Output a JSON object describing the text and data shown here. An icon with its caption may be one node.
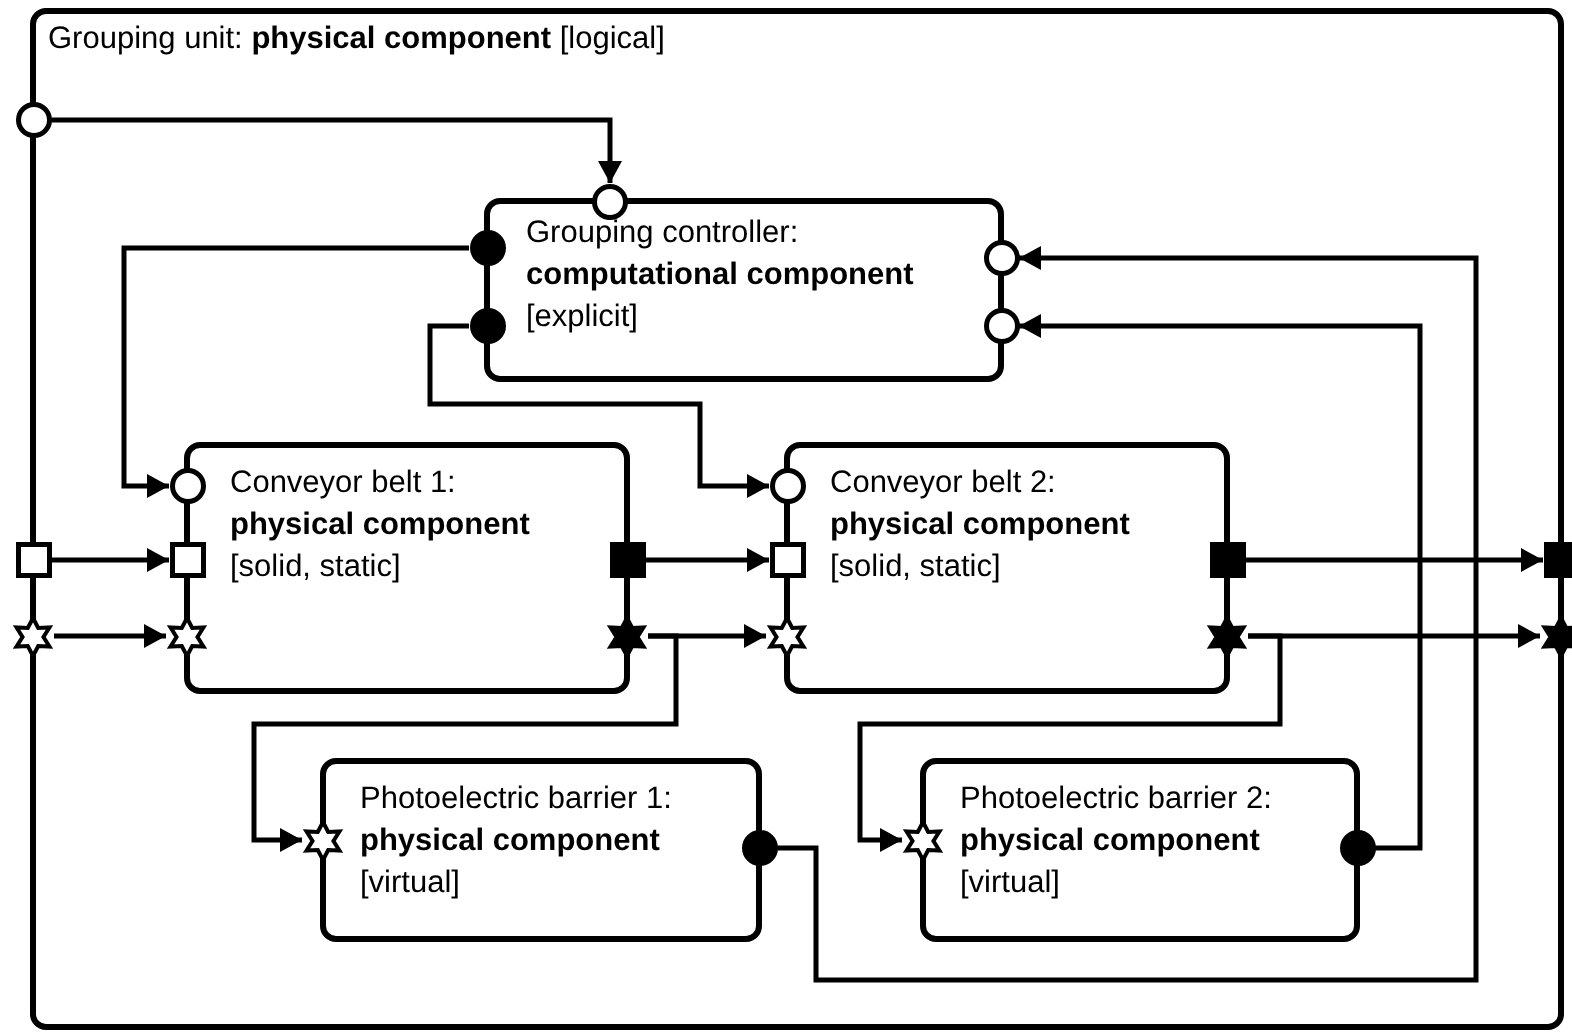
{
  "diagram": {
    "nodes": [
      {
        "text": [
          "Grouping unit: **physical component** [logical]"
        ]
      },
      {
        "text": [
          "Grouping controller:",
          "computational component",
          "[explicit]"
        ],
        "in": 0
      },
      {
        "text": [
          "Conveyor belt 1:",
          "physical component",
          "[solid, static]"
        ],
        "in": 0
      },
      {
        "text": [
          "Conveyor belt 2:",
          "physical component",
          "[solid, static]"
        ],
        "in": 0
      },
      {
        "text": [
          "Photoelectric barrier 1:",
          "physical component",
          "[virtual]"
        ],
        "in": 0
      },
      {
        "text": [
          "Photoelectric barrier 2:",
          "physical component",
          "[virtual]"
        ],
        "in": 0
      },
      {
        "text": [],
        "shape": "circle",
        "in": 0
      },
      {
        "text": [],
        "shape": "box",
        "in": 0
      },
      {
        "text": [],
        "shape": "star",
        "in": 0
      },
      {
        "text": [],
        "shape": "box",
        "in": 0
      },
      {
        "text": [],
        "shape": "star",
        "in": 0
      },
      {
        "text": [],
        "shape": "circle",
        "in": 1
      },
      {
        "text": [],
        "shape": "circle",
        "in": 1
      },
      {
        "text": [],
        "shape": "circle",
        "in": 1
      },
      {
        "text": [],
        "shape": "circle",
        "in": 1
      },
      {
        "text": [],
        "shape": "circle",
        "in": 1
      },
      {
        "text": [],
        "shape": "circle",
        "in": 2
      },
      {
        "text": [],
        "shape": "box",
        "in": 2
      },
      {
        "text": [],
        "shape": "star",
        "in": 2
      },
      {
        "text": [],
        "shape": "box",
        "in": 2
      },
      {
        "text": [],
        "shape": "star",
        "in": 2
      },
      {
        "text": [],
        "shape": "circle",
        "in": 3
      },
      {
        "text": [],
        "shape": "box",
        "in": 3
      },
      {
        "text": [],
        "shape": "star",
        "in": 3
      },
      {
        "text": [],
        "shape": "box",
        "in": 3
      },
      {
        "text": [],
        "shape": "star",
        "in": 3
      },
      {
        "text": [],
        "shape": "star",
        "in": 4
      },
      {
        "text": [],
        "shape": "circle",
        "in": 4
      },
      {
        "text": [],
        "shape": "star",
        "in": 5
      },
      {
        "text": [],
        "shape": "circle",
        "in": 5
      }
    ],
    "edges": [
      {
        "from": 6,
        "to": 11,
        "arrow": "to"
      },
      {
        "from": 12,
        "to": 16,
        "arrow": "to"
      },
      {
        "from": 13,
        "to": 21,
        "arrow": "to"
      },
      {
        "from": 7,
        "to": 17,
        "arrow": "to"
      },
      {
        "from": 8,
        "to": 18,
        "arrow": "to"
      },
      {
        "from": 19,
        "to": 22,
        "arrow": "to"
      },
      {
        "from": 20,
        "to": 23,
        "arrow": "to"
      },
      {
        "from": 20,
        "to": 26,
        "arrow": "to"
      },
      {
        "from": 24,
        "to": 9,
        "arrow": "to"
      },
      {
        "from": 25,
        "to": 10,
        "arrow": "to"
      },
      {
        "from": 25,
        "to": 28,
        "arrow": "to"
      },
      {
        "from": 27,
        "to": 14,
        "arrow": "to"
      },
      {
        "from": 29,
        "to": 15,
        "arrow": "to"
      }
    ]
  }
}
